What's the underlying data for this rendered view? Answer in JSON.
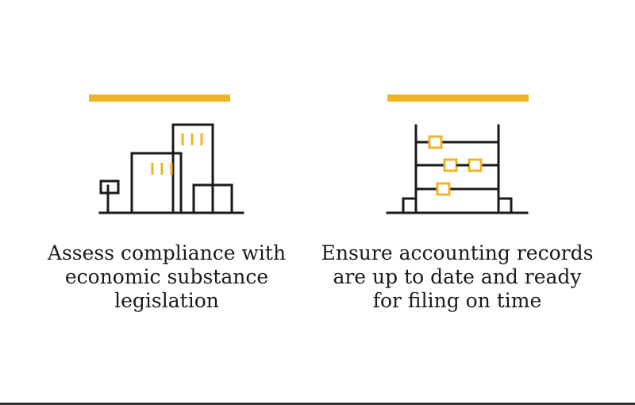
{
  "colors": {
    "accent": "#f0b323",
    "ink": "#1a1a1a"
  },
  "cards": [
    {
      "icon": "office-buildings-icon",
      "caption": [
        "Assess compliance with",
        "economic substance",
        "legislation"
      ]
    },
    {
      "icon": "abacus-icon",
      "caption": [
        "Ensure accounting records",
        "are up to date and ready",
        "for filing on time"
      ]
    }
  ]
}
